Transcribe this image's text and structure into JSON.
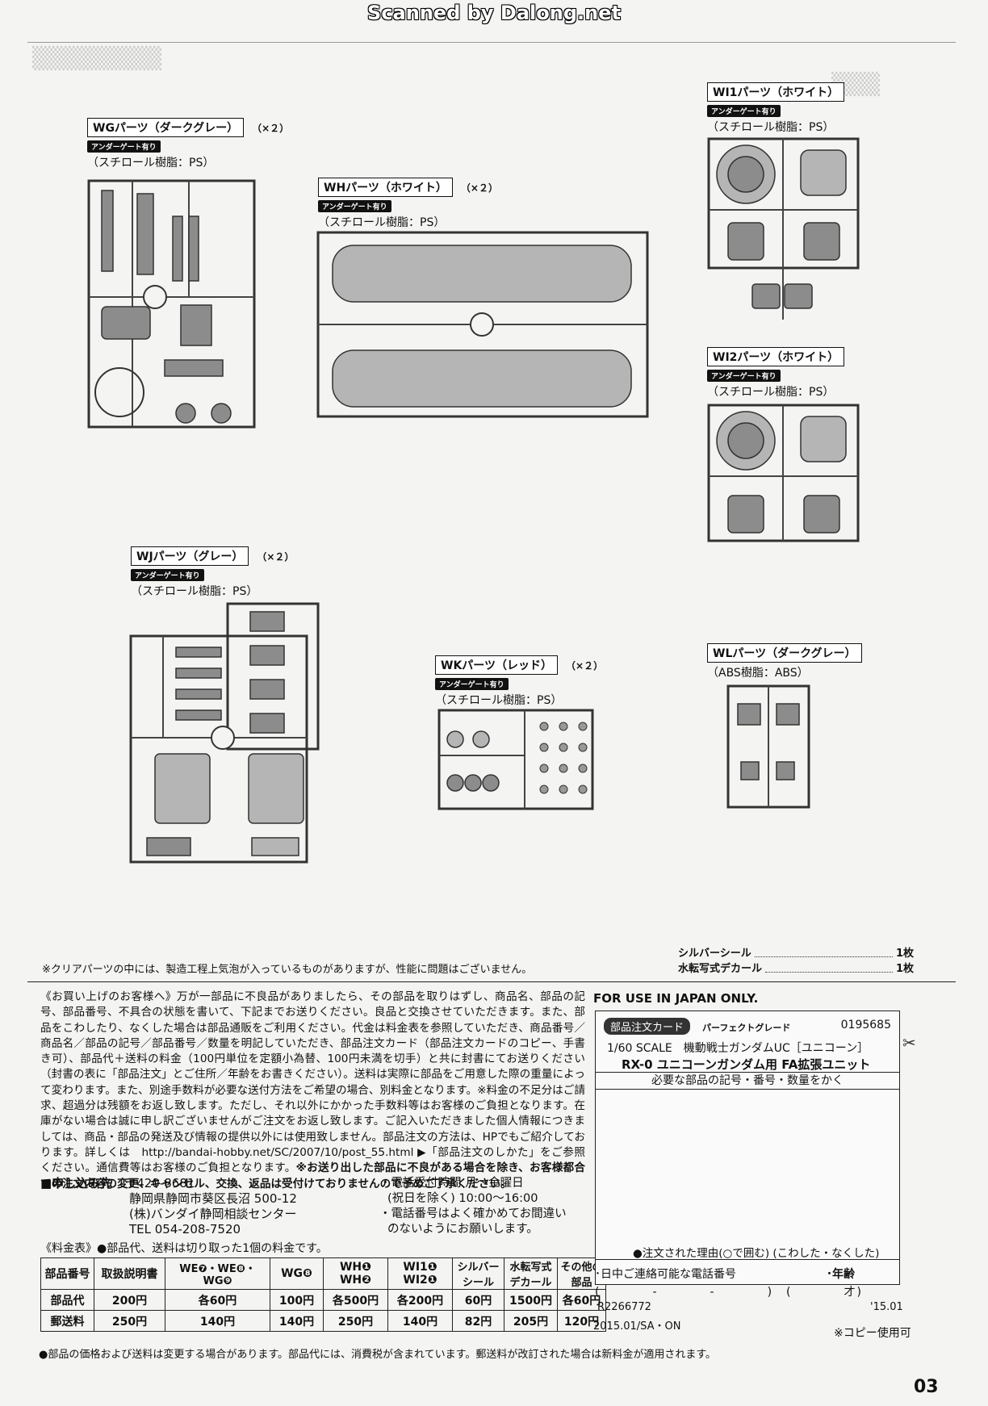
{
  "banner": "Scanned by Dalong.net",
  "sprues": [
    {
      "id": "WG",
      "label": "WGパーツ（ダークグレー）",
      "qty": "（×２）",
      "ug": "アンダーゲート有り",
      "material": "（スチロール樹脂：PS）"
    },
    {
      "id": "WH",
      "label": "WHパーツ（ホワイト）",
      "qty": "（×２）",
      "ug": "アンダーゲート有り",
      "material": "（スチロール樹脂：PS）"
    },
    {
      "id": "WI1",
      "label": "WI1パーツ（ホワイト）",
      "qty": "",
      "ug": "アンダーゲート有り",
      "material": "（スチロール樹脂：PS）"
    },
    {
      "id": "WI2",
      "label": "WI2パーツ（ホワイト）",
      "qty": "",
      "ug": "アンダーゲート有り",
      "material": "（スチロール樹脂：PS）"
    },
    {
      "id": "WJ",
      "label": "WJパーツ（グレー）",
      "qty": "（×２）",
      "ug": "アンダーゲート有り",
      "material": "（スチロール樹脂：PS）"
    },
    {
      "id": "WK",
      "label": "WKパーツ（レッド）",
      "qty": "（×２）",
      "ug": "アンダーゲート有り",
      "material": "（スチロール樹脂：PS）"
    },
    {
      "id": "WL",
      "label": "WLパーツ（ダークグレー）",
      "qty": "",
      "ug": "",
      "material": "（ABS樹脂：ABS）"
    }
  ],
  "clear_note": "※クリアパーツの中には、製造工程上気泡が入っているものがありますが、性能に問題はございません。",
  "extras": [
    {
      "name": "シルバーシール",
      "qty": "1枚"
    },
    {
      "name": "水転写式デカール",
      "qty": "1枚"
    }
  ],
  "notice": {
    "p1": "《お買い上げのお客様へ》万が一部品に不良品がありましたら、その部品を取りはずし、商品名、部品の記号、部品番号、不具合の状態を書いて、下記までお送りください。良品と交換させていただきます。また、部品をこわしたり、なくした場合は部品通販をご利用ください。代金は料金表を参照していただき、商品番号／商品名／部品の記号／部品番号／数量を明記していただき、部品注文カード（部品注文カードのコピー、手書き可）、部品代＋送料の料金（100円単位を定額小為替、100円未満を切手）と共に封書にてお送りください（封書の表に「部品注文」とご住所／年齢をお書きください）。送料は実際に部品をご用意した際の重量によって変わります。また、別途手数料が必要な送付方法をご希望の場合、別料金となります。※料金の不足分はご請求、超過分は残額をお返し致します。ただし、それ以外にかかった手数料等はお客様のご負担となります。在庫がない場合は誠に申し訳ございませんがご注文をお返し致します。ご記入いただきました個人情報につきましては、商品・部品の発送及び情報の提供以外には使用致しません。部品注文の方法は、HPでもご紹介しております。詳しくは　http://bandai-hobby.net/SC/2007/10/post_55.html ▶「部品注文のしかた」をご参照ください。通信費等はお客様のご負担となります。",
    "p2": "※お送り出した部品に不良がある場合を除き、お客様都合での注文内容の変更、キャンセル、交換、返品は受付けておりませんので予めご了承ください。"
  },
  "apply": {
    "label": "■申し込み先",
    "zip": "〒420-8681",
    "address": "静岡県静岡市葵区長沼 500-12",
    "company": "(株)バンダイ静岡相談センター",
    "tel": "TEL 054-208-7520"
  },
  "phone_info": {
    "hours_label": "電話受付時間 月〜金曜日",
    "hours_note": "(祝日を除く) 10:00〜16:00",
    "check1": "電話番号はよく確かめてお間違い",
    "check2": "のないようにお願いします。"
  },
  "fee_table": {
    "title": "《料金表》●部品代、送料は切り取った1個の料金です。",
    "headers": [
      "部品番号",
      "取扱説明書",
      "WE❼・WE❽・WG❾",
      "WG❽",
      "WH❶ WH❷",
      "WI1❶ WI2❶",
      "シルバーシール",
      "水転写式デカール",
      "その他の部品"
    ],
    "row1": [
      "部品代",
      "200円",
      "各60円",
      "100円",
      "各500円",
      "各200円",
      "60円",
      "1500円",
      "各60円"
    ],
    "row2": [
      "郵送料",
      "250円",
      "140円",
      "140円",
      "250円",
      "140円",
      "82円",
      "205円",
      "120円"
    ]
  },
  "price_note": "●部品の価格および送料は変更する場合があります。部品代には、消費税が含まれています。郵送料が改訂された場合は新料金が適用されます。",
  "order_card": {
    "jp_only": "FOR USE IN JAPAN ONLY.",
    "badge": "部品注文カード",
    "grade": "パーフェクトグレード",
    "code": "0195685",
    "scale": "1/60 SCALE　機動戦士ガンダムUC［ユニコーン］",
    "kit": "RX-0 ユニコーンガンダム用 FA拡張ユニット",
    "ask": "必要な部品の記号・番号・数量をかく",
    "reason": "●注文された理由(○で囲む) (こわした・なくした)",
    "contact": "･日中ご連絡可能な電話番号",
    "age": "･年齢",
    "phone_blank": "(　　　　-　　　　-　　　　)　(　　　　才)",
    "rcode": "R2266772",
    "rdate": "'15.01"
  },
  "print_code": "2015.01/SA・ON",
  "copy_ok": "※コピー使用可",
  "page_number": "03"
}
